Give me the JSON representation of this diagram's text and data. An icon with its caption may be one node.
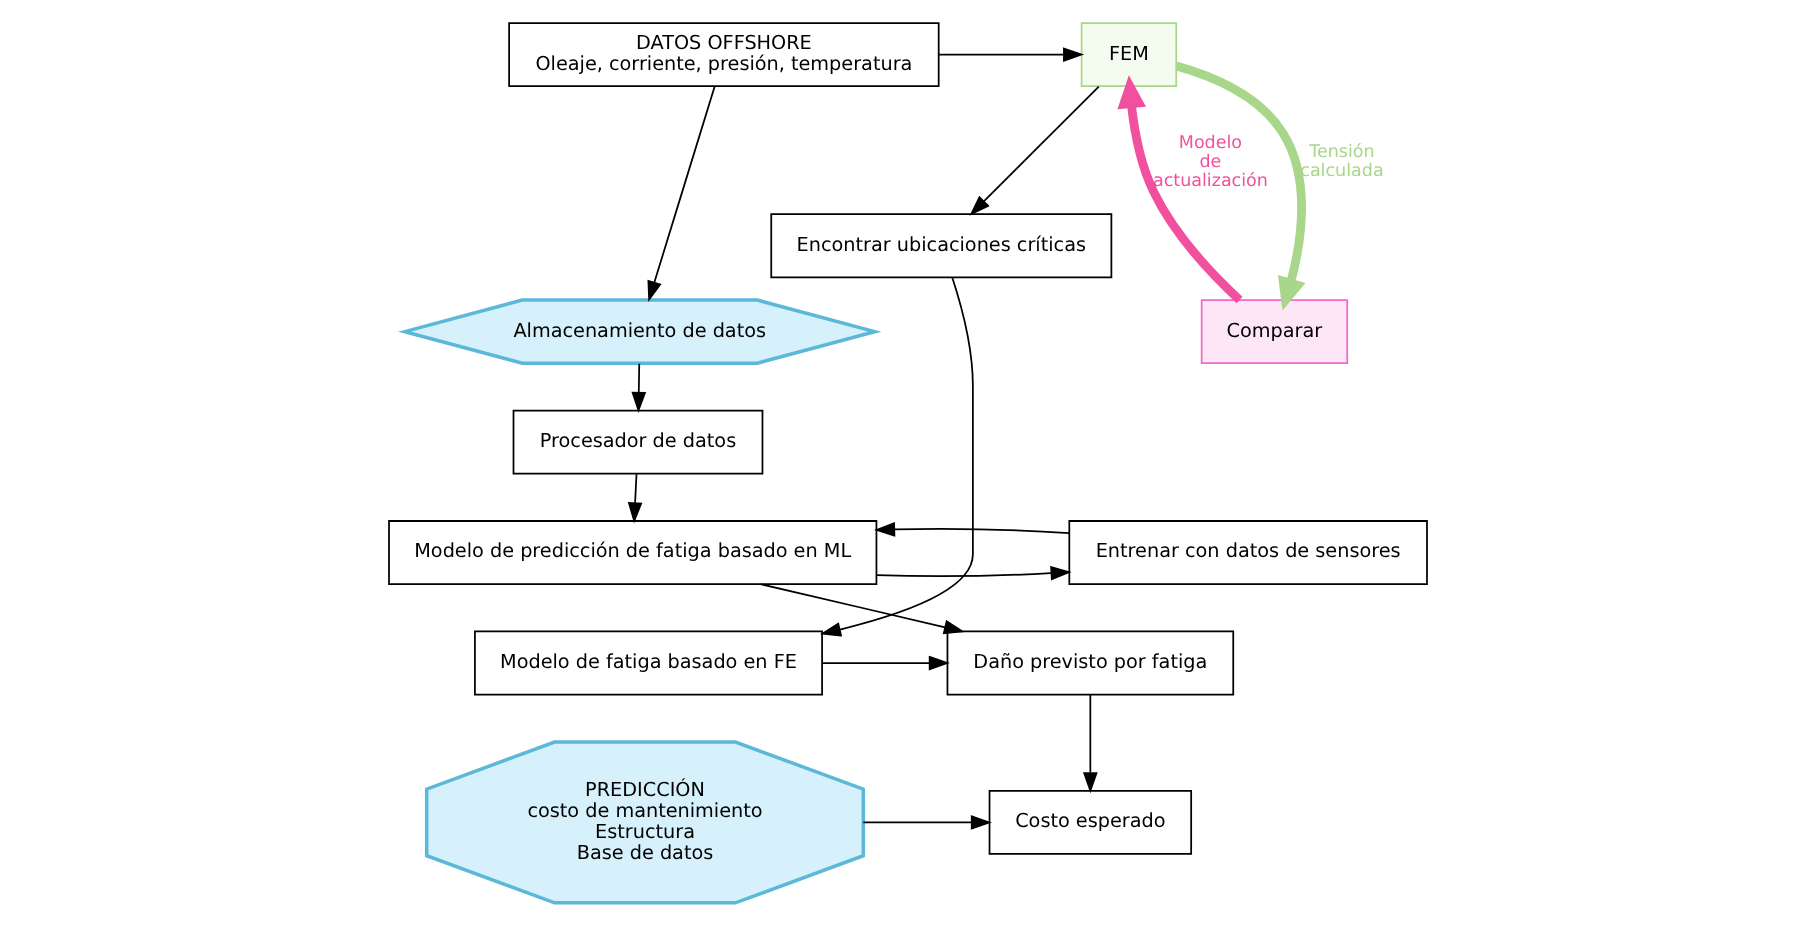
{
  "diagram": {
    "nodes": [
      {
        "text": [
          "DATOS OFFSHORE",
          "Oleaje, corriente, presión, temperatura"
        ]
      },
      {
        "text": [
          "FEM"
        ]
      },
      {
        "text": [
          "Almacenamiento de datos"
        ]
      },
      {
        "text": [
          "Comparar"
        ]
      },
      {
        "text": [
          "Procesador de datos"
        ]
      },
      {
        "text": [
          "Entrenar con datos de sensores"
        ]
      },
      {
        "text": [
          "Modelo de predicción de fatiga basado en ML"
        ]
      },
      {
        "text": [
          "Encontrar ubicaciones críticas"
        ]
      },
      {
        "text": [
          "Daño previsto por fatiga"
        ]
      },
      {
        "text": [
          "Modelo de fatiga basado en FE"
        ]
      },
      {
        "text": [
          "PREDICCIÓN",
          "costo de mantenimiento",
          "Estructura",
          "Base de datos"
        ]
      },
      {
        "text": [
          "Costo esperado"
        ]
      }
    ],
    "edges": [
      {
        "from": 0,
        "to": 2,
        "arrow": "to"
      },
      {
        "from": 0,
        "to": 1,
        "arrow": "to"
      },
      {
        "from": 1,
        "to": 3,
        "arrow": "to",
        "label": "Tensión calculada",
        "style": "thick",
        "color": "#a8d68a"
      },
      {
        "from": 3,
        "to": 1,
        "arrow": "to",
        "label": "Modelo de actualización",
        "style": "thick",
        "color": "#f0509e"
      },
      {
        "from": 2,
        "to": 4,
        "arrow": "to"
      },
      {
        "from": 4,
        "to": 6,
        "arrow": "to"
      },
      {
        "from": 6,
        "to": 5,
        "arrow": "to"
      },
      {
        "from": 5,
        "to": 6,
        "arrow": "to"
      },
      {
        "from": 6,
        "to": 8,
        "arrow": "to"
      },
      {
        "from": 1,
        "to": 7,
        "arrow": "to"
      },
      {
        "from": 7,
        "to": 9,
        "arrow": "to"
      },
      {
        "from": 9,
        "to": 8,
        "arrow": "to"
      },
      {
        "from": 8,
        "to": 11,
        "arrow": "to"
      },
      {
        "from": 10,
        "to": 11,
        "arrow": "to"
      }
    ]
  }
}
